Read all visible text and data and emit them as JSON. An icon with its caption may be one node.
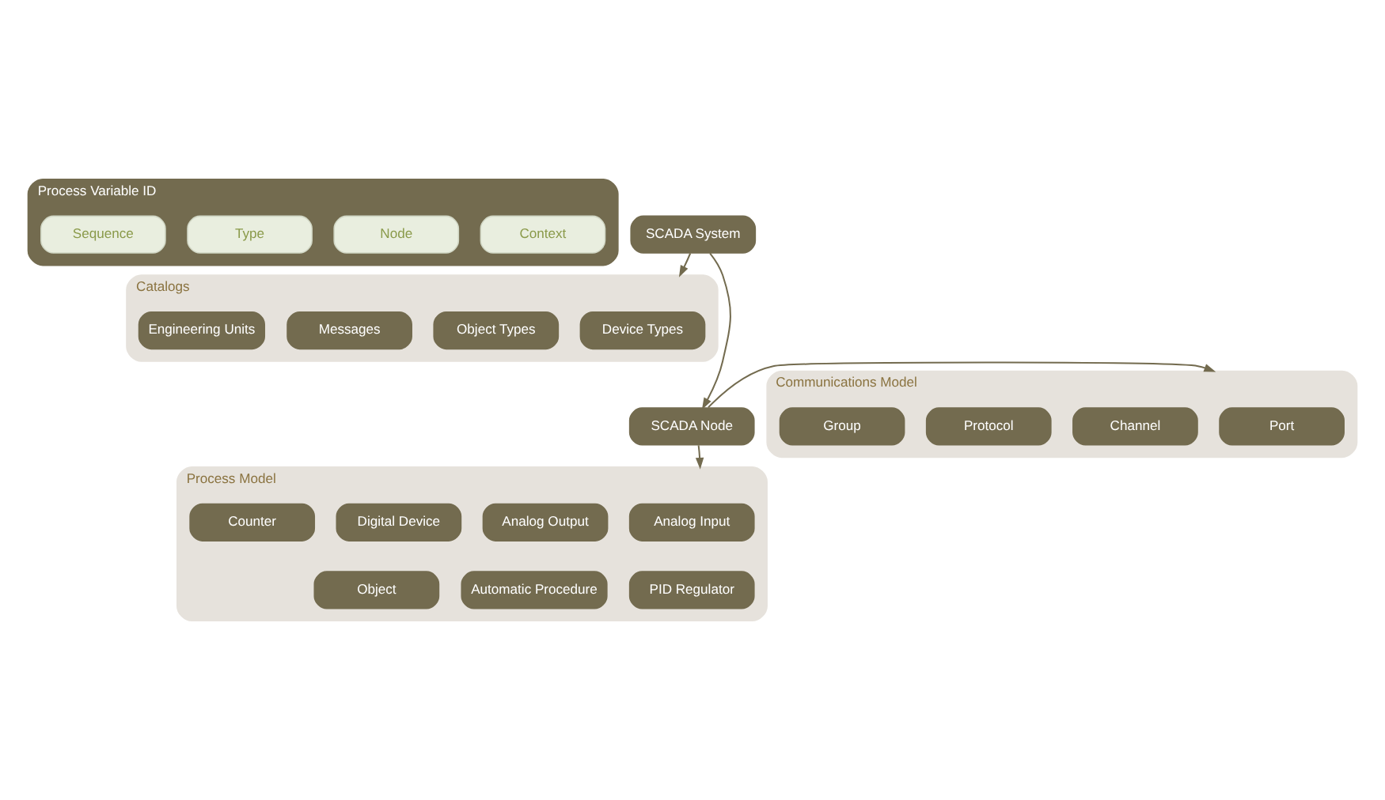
{
  "diagram": {
    "nodes": [
      {
        "text": [
          "SCADA System"
        ]
      },
      {
        "text": [
          "Process Variable ID"
        ]
      },
      {
        "text": [
          "Context"
        ],
        "in": 1
      },
      {
        "text": [
          "Node"
        ],
        "in": 1
      },
      {
        "text": [
          "Type"
        ],
        "in": 1
      },
      {
        "text": [
          "Sequence"
        ],
        "in": 1
      },
      {
        "text": [
          "Catalogs"
        ]
      },
      {
        "text": [
          "Device Types"
        ],
        "in": 6
      },
      {
        "text": [
          "Object Types"
        ],
        "in": 6
      },
      {
        "text": [
          "Messages"
        ],
        "in": 6
      },
      {
        "text": [
          "Engineering Units"
        ],
        "in": 6
      },
      {
        "text": [
          "SCADA Node"
        ]
      },
      {
        "text": [
          "Communications Model"
        ]
      },
      {
        "text": [
          "Port"
        ],
        "in": 12
      },
      {
        "text": [
          "Channel"
        ],
        "in": 12
      },
      {
        "text": [
          "Protocol"
        ],
        "in": 12
      },
      {
        "text": [
          "Group"
        ],
        "in": 12
      },
      {
        "text": [
          "Process Model"
        ]
      },
      {
        "text": [
          "Analog Input"
        ],
        "in": 17
      },
      {
        "text": [
          "Analog Output"
        ],
        "in": 17
      },
      {
        "text": [
          "Digital Device"
        ],
        "in": 17
      },
      {
        "text": [
          "Counter"
        ],
        "in": 17
      },
      {
        "text": [
          "PID Regulator"
        ],
        "in": 17
      },
      {
        "text": [
          "Automatic Procedure"
        ],
        "in": 17
      },
      {
        "text": [
          "Object"
        ],
        "in": 17
      }
    ],
    "edges": [
      {
        "from": 0,
        "to": 11,
        "arrow": "to"
      },
      {
        "from": 0,
        "to": 6,
        "arrow": "to"
      },
      {
        "from": 11,
        "to": 12,
        "arrow": "to"
      },
      {
        "from": 11,
        "to": 17,
        "arrow": "to"
      }
    ]
  }
}
